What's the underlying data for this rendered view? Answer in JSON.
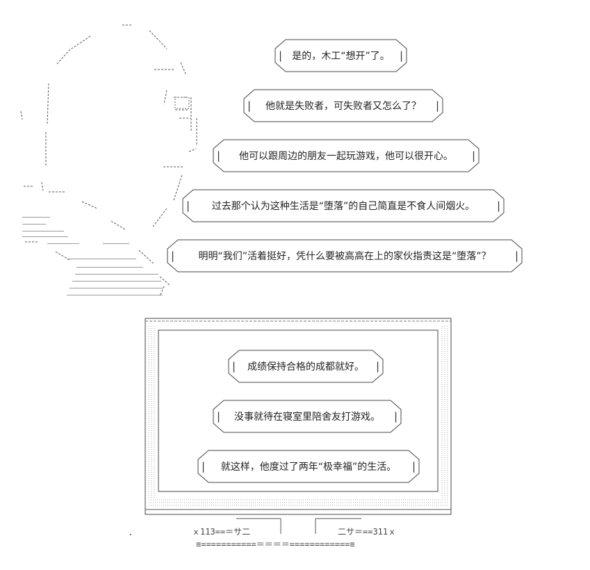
{
  "bubbles_top": [
    {
      "text": "是的，木工“想开”了。"
    },
    {
      "text": "他就是失败者，可失败者又怎么了？"
    },
    {
      "text": "他可以跟周边的朋友一起玩游戏，他可以很开心。"
    },
    {
      "text": "过去那个认为这种生活是“堕落”的自己简直是不食人间烟火。"
    },
    {
      "text": "明明“我们”活着挺好，凭什么要被高高在上的家伙指责这是“堕落”？"
    }
  ],
  "bubbles_frame": [
    {
      "text": "成绩保持合格的成都就好。"
    },
    {
      "text": "没事就待在寝室里陪舍友打游戏。"
    },
    {
      "text": "就这样，他度过了两年“极幸福”的生活。"
    }
  ],
  "stand": {
    "left_label": "ｘ113==＝サ二",
    "right_label": "二サ＝==311ｘ",
    "base_line": "≡===========＝＝＝＝============≡"
  }
}
